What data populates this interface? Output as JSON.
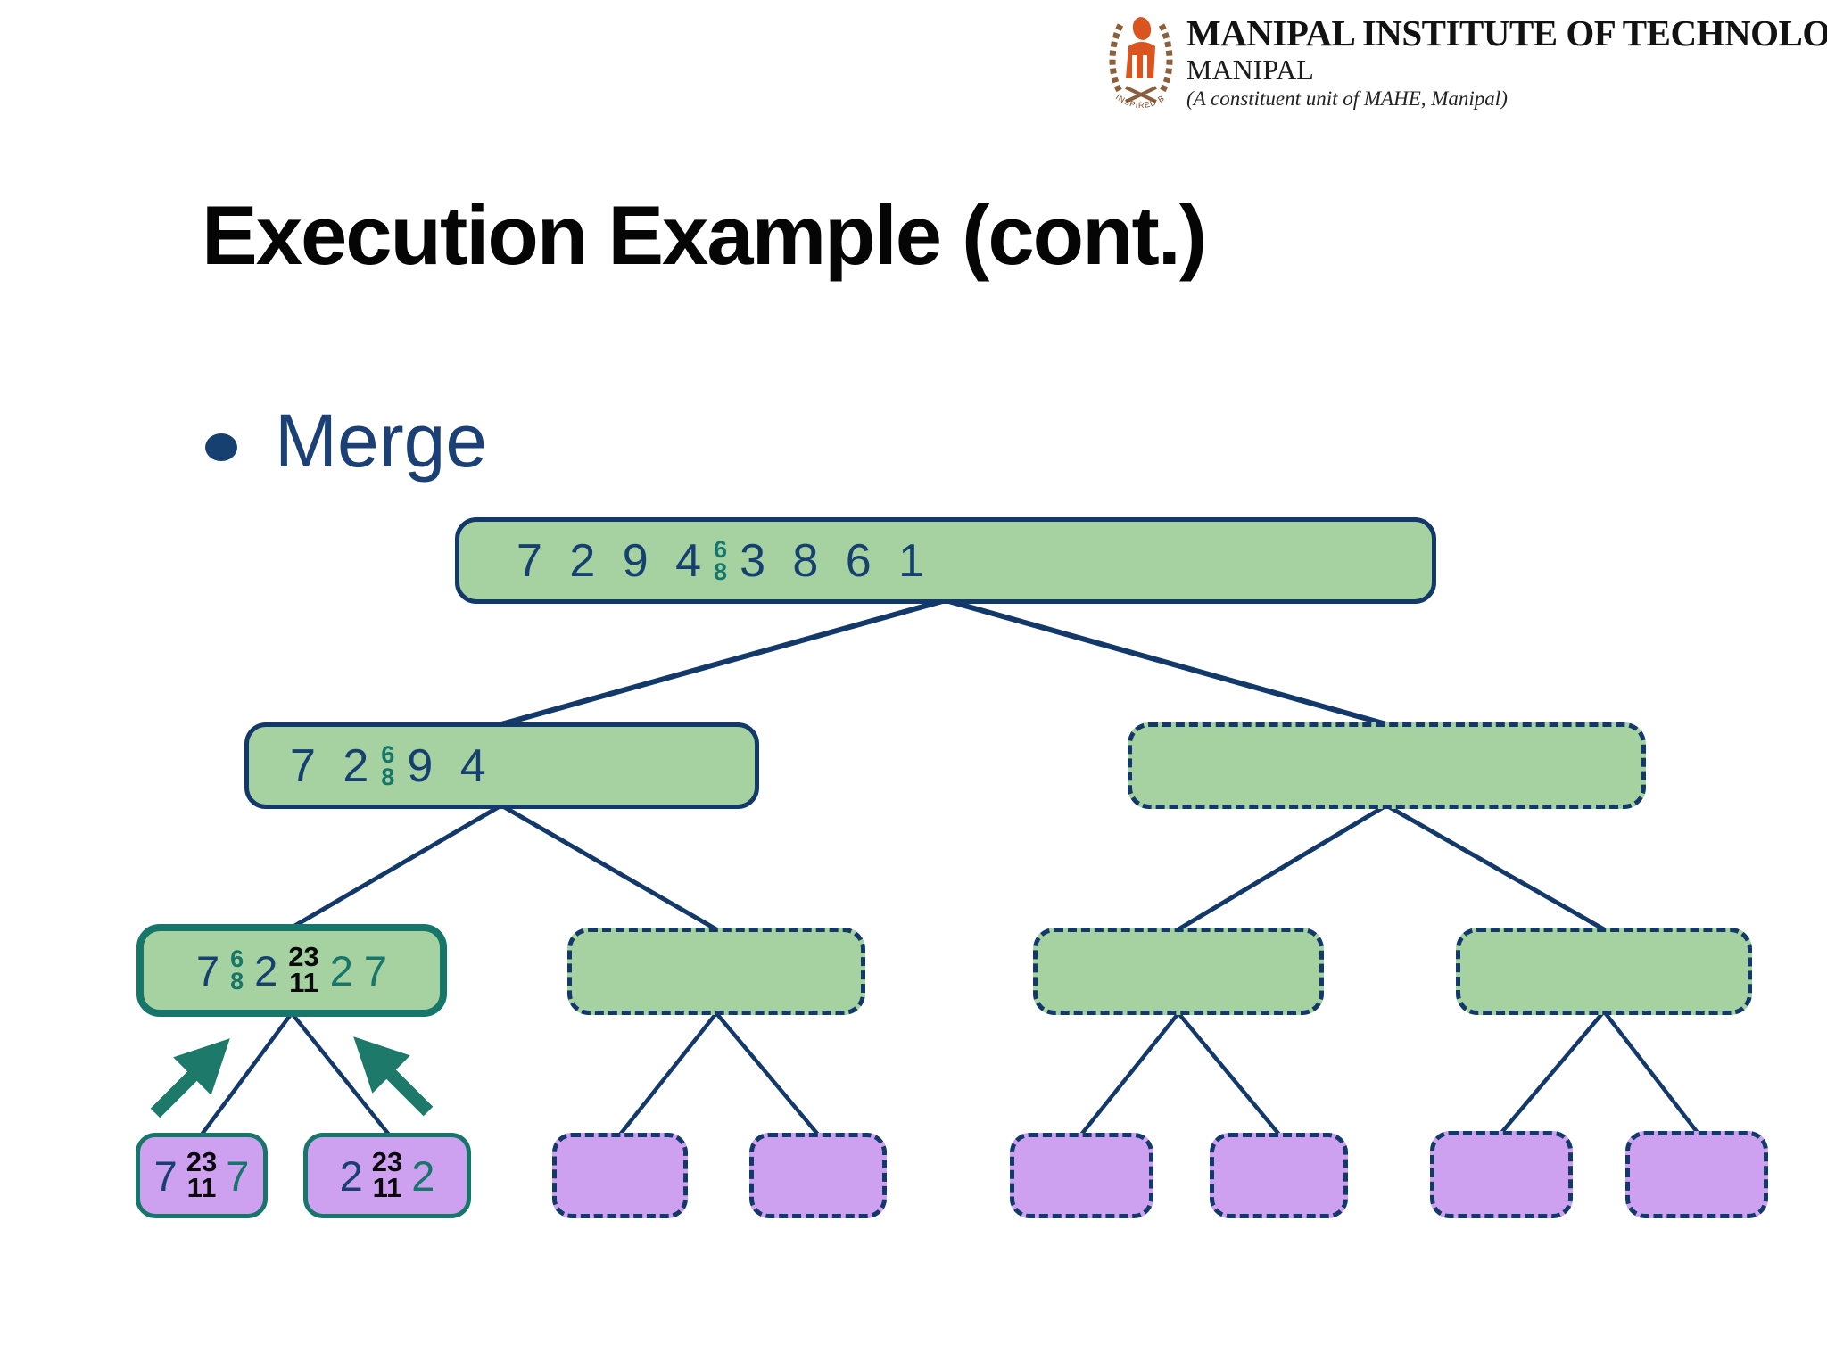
{
  "logo": {
    "institute": "MANIPAL INSTITUTE OF TECHNOLOGY",
    "campus": "MANIPAL",
    "subtitle": "(A constituent unit of MAHE, Manipal)",
    "ribbon": "INSPIRED BY LIFE"
  },
  "title": "Execution Example (cont.)",
  "bullet": {
    "label": "Merge"
  },
  "tree": {
    "root": {
      "seq1": "7 2 9 4",
      "stack_top": "6",
      "stack_bottom": "8",
      "seq2": "3 8 6 1"
    },
    "l2_left": {
      "seq1": "7 2",
      "stack_top": "6",
      "stack_bottom": "8",
      "seq2": "9 4"
    },
    "l3_merge": {
      "n1": "7",
      "stack1_top": "6",
      "stack1_bottom": "8",
      "n2": "2",
      "stack2_top": "23",
      "stack2_bottom": "11",
      "n3": "2",
      "n4": "7"
    },
    "leaf1": {
      "n1": "7",
      "stack_top": "23",
      "stack_bottom": "11",
      "n2": "7"
    },
    "leaf2": {
      "n1": "2",
      "stack_top": "23",
      "stack_bottom": "11",
      "n2": "2"
    }
  },
  "colors": {
    "navy_text": "#16406F",
    "line_navy": "#13386A",
    "teal": "#16766A",
    "green_fill": "#A5D2A0",
    "purple_fill": "#CDA0F0",
    "stack_black": "#0A0A0A",
    "logo_orange": "#D9541E",
    "wreath_brown": "#8B5E3C"
  }
}
